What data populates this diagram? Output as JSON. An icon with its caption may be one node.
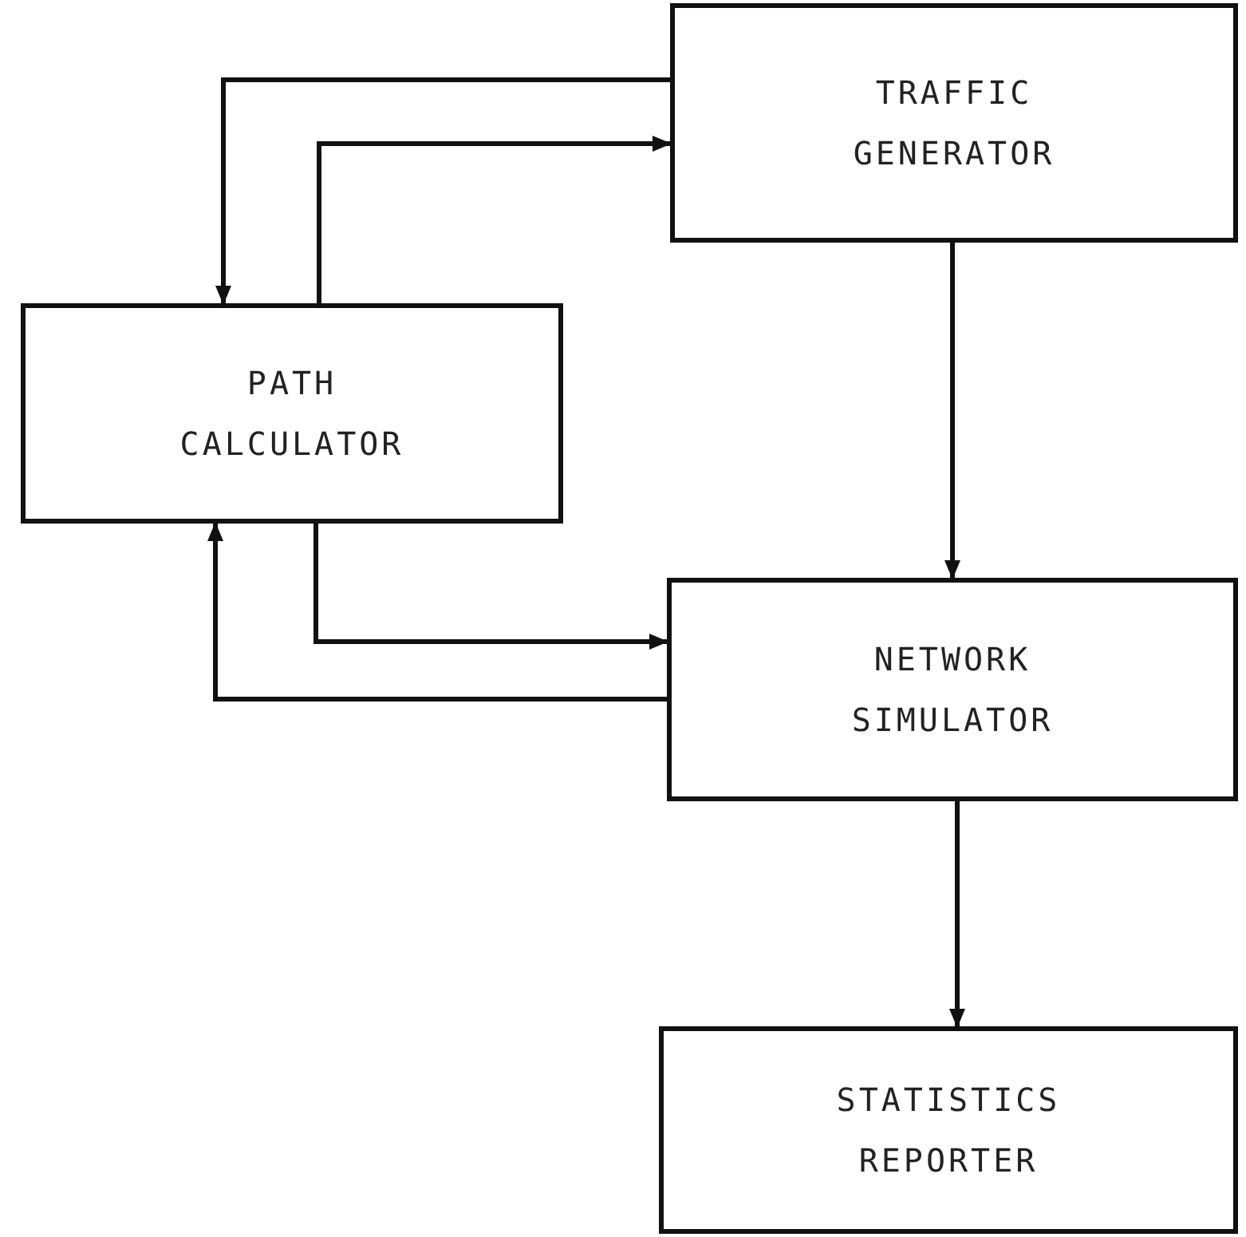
{
  "diagram": {
    "nodes": [
      {
        "text": [
          "TRAFFIC GENERATOR"
        ]
      },
      {
        "text": [
          "PATH CALCULATOR"
        ]
      },
      {
        "text": [
          "NETWORK SIMULATOR"
        ]
      },
      {
        "text": [
          "STATISTICS REPORTER"
        ]
      }
    ],
    "edges": [
      {
        "from": 0,
        "to": 1,
        "arrow": "to"
      },
      {
        "from": 1,
        "to": 0,
        "arrow": "to"
      },
      {
        "from": 0,
        "to": 2,
        "arrow": "to"
      },
      {
        "from": 1,
        "to": 2,
        "arrow": "to"
      },
      {
        "from": 2,
        "to": 1,
        "arrow": "to"
      },
      {
        "from": 2,
        "to": 3,
        "arrow": "to"
      }
    ]
  }
}
